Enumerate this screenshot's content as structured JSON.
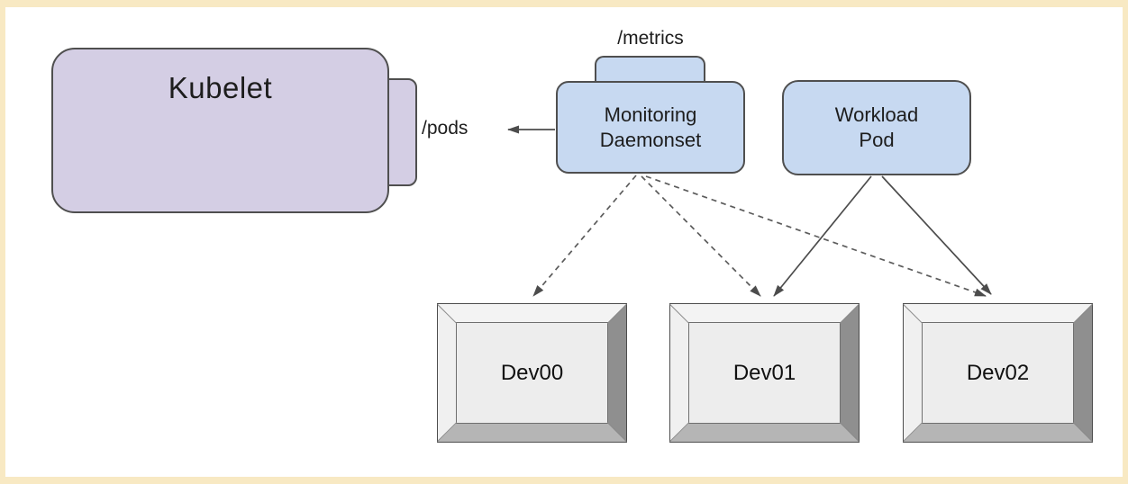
{
  "colors": {
    "frame": "#f8e9c3",
    "background": "#ffffff",
    "node_stroke": "#4f4f4f",
    "kubelet_fill": "#d4cee4",
    "pod_fill": "#c7d9f1",
    "device_face": "#ededed",
    "device_bevel_light": "#f3f3f3",
    "device_bevel_dark": "#8f8f8f",
    "device_bevel_bottom": "#b5b5b5",
    "arrow": "#4c4c4c"
  },
  "nodes": {
    "kubelet": {
      "label": "Kubelet",
      "endpoint_label": "/pods"
    },
    "monitoring_daemonset": {
      "line1": "Monitoring",
      "line2": "Daemonset",
      "endpoint_label": "/metrics"
    },
    "workload_pod": {
      "line1": "Workload",
      "line2": "Pod"
    },
    "devices": [
      {
        "label": "Dev00"
      },
      {
        "label": "Dev01"
      },
      {
        "label": "Dev02"
      }
    ]
  },
  "edges": [
    {
      "from": "monitoring_daemonset",
      "to": "kubelet",
      "style": "solid",
      "label": "/pods"
    },
    {
      "from": "monitoring_daemonset",
      "to": "dev00",
      "style": "dashed"
    },
    {
      "from": "monitoring_daemonset",
      "to": "dev01",
      "style": "dashed"
    },
    {
      "from": "monitoring_daemonset",
      "to": "dev02",
      "style": "dashed"
    },
    {
      "from": "workload_pod",
      "to": "dev01",
      "style": "solid"
    },
    {
      "from": "workload_pod",
      "to": "dev02",
      "style": "solid"
    }
  ]
}
